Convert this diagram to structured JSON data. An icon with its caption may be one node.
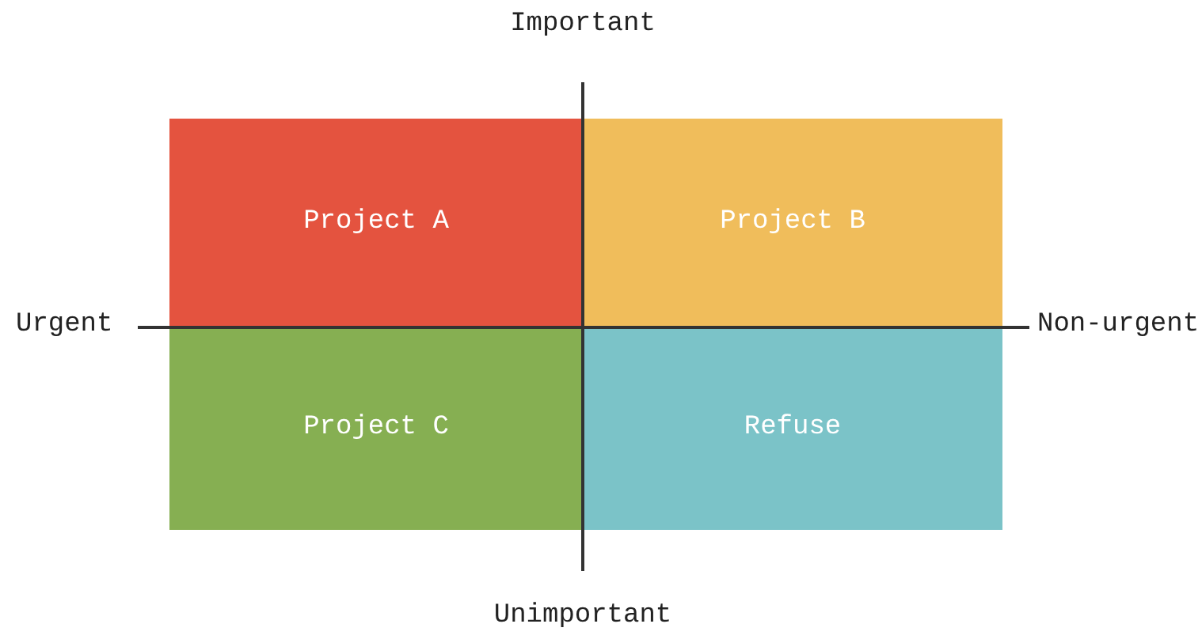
{
  "diagram": {
    "nodes": [
      {
        "text": [
          "Project A"
        ]
      },
      {
        "text": [
          "Project B"
        ]
      },
      {
        "text": [
          "Project C"
        ]
      },
      {
        "text": [
          "Refuse"
        ]
      }
    ],
    "labels": [
      "Important",
      "Urgent",
      "Non-urgent",
      "Unimportant"
    ]
  }
}
